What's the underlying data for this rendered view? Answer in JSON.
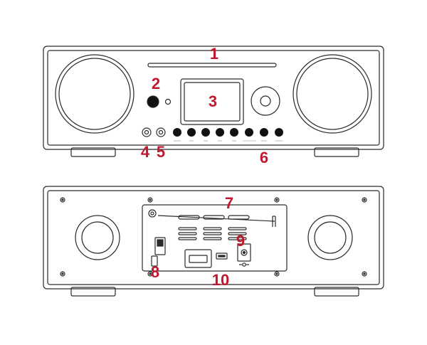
{
  "colors": {
    "line": "#2a2a2a",
    "callout": "#c0182e",
    "background": "#ffffff",
    "knob": "#111111"
  },
  "callouts": {
    "c1": "1",
    "c2": "2",
    "c3": "3",
    "c4": "4",
    "c5": "5",
    "c6": "6",
    "c7": "7",
    "c8": "8",
    "c9": "9",
    "c10": "10"
  },
  "icons": {
    "usb": "usb-icon",
    "knob": "volume-knob-icon",
    "power": "power-switch-icon",
    "antenna": "telescopic-antenna-icon",
    "dc": "dc-in-socket-icon"
  }
}
